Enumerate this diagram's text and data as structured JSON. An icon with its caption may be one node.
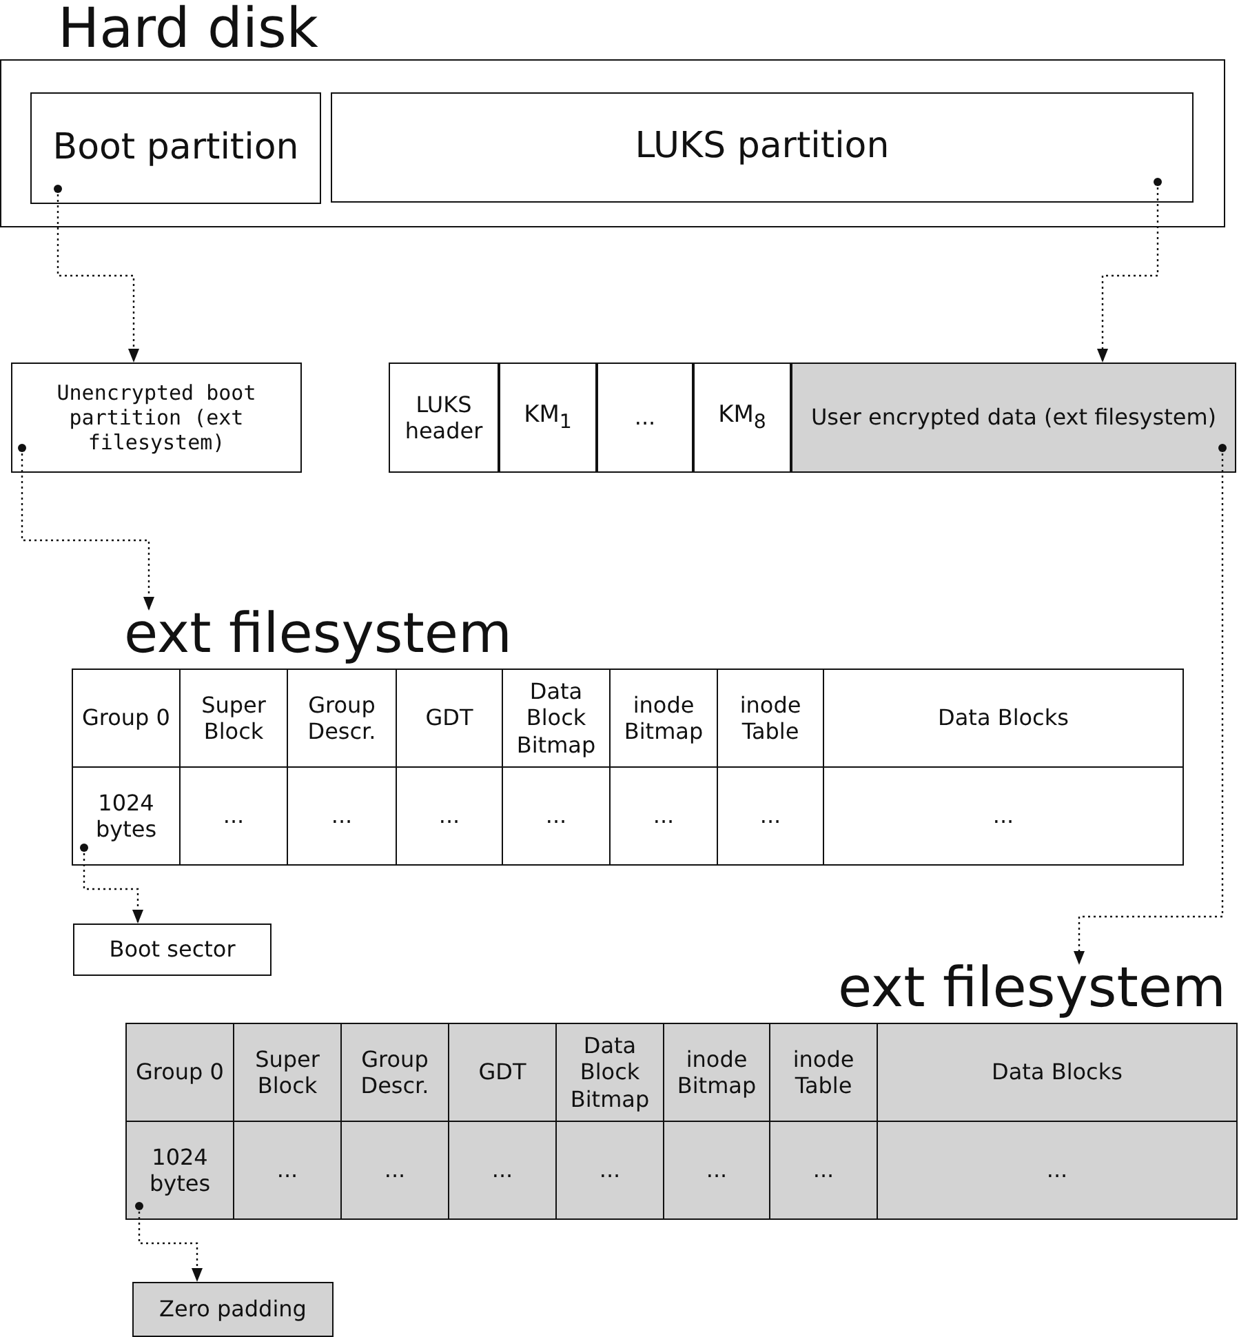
{
  "diagram": {
    "nodes": [
      {
        "text": [
          "Hard disk"
        ]
      },
      {
        "text": [
          "Boot partition"
        ],
        "in": 0
      },
      {
        "text": [
          "LUKS partition"
        ],
        "in": 0
      },
      {
        "text": [
          "Unencrypted boot partition (ext filesystem)"
        ]
      },
      {
        "text": [
          "LUKS header"
        ]
      },
      {
        "text": [
          "KM$_{1}$"
        ]
      },
      {
        "text": [
          "..."
        ]
      },
      {
        "text": [
          "KM$_{8}$"
        ]
      },
      {
        "text": [
          "User encrypted data (ext filesystem)"
        ]
      },
      {
        "text": [
          "ext filesystem"
        ]
      },
      {
        "text": [
          "Group 0"
        ],
        "in": 9
      },
      {
        "text": [
          "Super Block"
        ],
        "in": 9
      },
      {
        "text": [
          "Group Descr."
        ],
        "in": 9
      },
      {
        "text": [
          "GDT"
        ],
        "in": 9
      },
      {
        "text": [
          "Data Block Bitmap"
        ],
        "in": 9
      },
      {
        "text": [
          "inode Bitmap"
        ],
        "in": 9
      },
      {
        "text": [
          "inode Table"
        ],
        "in": 9
      },
      {
        "text": [
          "Data Blocks"
        ],
        "in": 9
      },
      {
        "text": [
          "1024 bytes"
        ],
        "in": 9
      },
      {
        "text": [
          "..."
        ],
        "in": 9
      },
      {
        "text": [
          "..."
        ],
        "in": 9
      },
      {
        "text": [
          "..."
        ],
        "in": 9
      },
      {
        "text": [
          "..."
        ],
        "in": 9
      },
      {
        "text": [
          "..."
        ],
        "in": 9
      },
      {
        "text": [
          "..."
        ],
        "in": 9
      },
      {
        "text": [
          "..."
        ],
        "in": 9
      },
      {
        "text": [
          "Boot sector"
        ]
      },
      {
        "text": [
          "ext filesystem"
        ]
      },
      {
        "text": [
          "Group 0"
        ],
        "in": 27
      },
      {
        "text": [
          "Super Block"
        ],
        "in": 27
      },
      {
        "text": [
          "Group Descr."
        ],
        "in": 27
      },
      {
        "text": [
          "GDT"
        ],
        "in": 27
      },
      {
        "text": [
          "Data Block Bitmap"
        ],
        "in": 27
      },
      {
        "text": [
          "inode Bitmap"
        ],
        "in": 27
      },
      {
        "text": [
          "inode Table"
        ],
        "in": 27
      },
      {
        "text": [
          "Data Blocks"
        ],
        "in": 27
      },
      {
        "text": [
          "1024 bytes"
        ],
        "in": 27
      },
      {
        "text": [
          "..."
        ],
        "in": 27
      },
      {
        "text": [
          "..."
        ],
        "in": 27
      },
      {
        "text": [
          "..."
        ],
        "in": 27
      },
      {
        "text": [
          "..."
        ],
        "in": 27
      },
      {
        "text": [
          "..."
        ],
        "in": 27
      },
      {
        "text": [
          "..."
        ],
        "in": 27
      },
      {
        "text": [
          "..."
        ],
        "in": 27
      },
      {
        "text": [
          "Zero padding"
        ]
      }
    ],
    "edges": [
      {
        "from": 1,
        "to": 3,
        "arrow": "to",
        "style": "dashed"
      },
      {
        "from": 2,
        "to": 8,
        "arrow": "to",
        "style": "dashed"
      },
      {
        "from": 3,
        "to": 9,
        "arrow": "to",
        "style": "dashed"
      },
      {
        "from": 8,
        "to": 27,
        "arrow": "to",
        "style": "dashed"
      },
      {
        "from": 18,
        "to": 26,
        "arrow": "to",
        "style": "dashed"
      },
      {
        "from": 36,
        "to": 44,
        "arrow": "to",
        "style": "dashed"
      }
    ]
  }
}
